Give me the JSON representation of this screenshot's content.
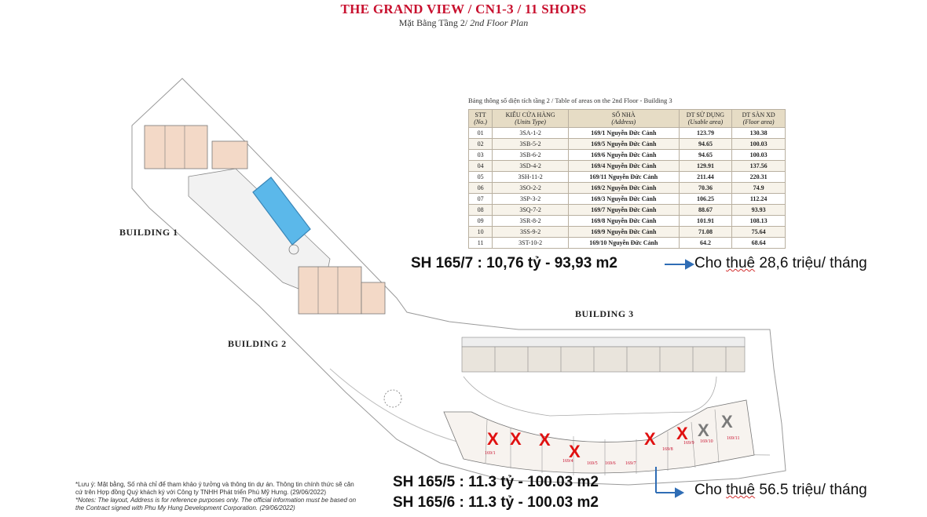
{
  "header": {
    "title": "THE GRAND VIEW / CN1-3 / 11 SHOPS",
    "subtitle_vi": "Mặt Bằng Tầng 2/",
    "subtitle_en": "2nd Floor Plan"
  },
  "table": {
    "caption": "Bảng thông số diện tích tầng 2 / Table of areas on the 2nd Floor - Building 3",
    "headers": [
      {
        "vi": "STT",
        "en": "(No.)"
      },
      {
        "vi": "KIỂU CỬA HÀNG",
        "en": "(Units Type)"
      },
      {
        "vi": "SỐ NHÀ",
        "en": "(Address)"
      },
      {
        "vi": "DT SỬ DỤNG",
        "en": "(Usable area)"
      },
      {
        "vi": "DT SÀN XD",
        "en": "(Floor area)"
      }
    ],
    "rows": [
      {
        "no": "01",
        "type": "3SA-1-2",
        "address": "169/1 Nguyễn Đức Cảnh",
        "usable": "123.79",
        "floor": "130.38"
      },
      {
        "no": "02",
        "type": "3SB-5-2",
        "address": "169/5 Nguyễn Đức Cảnh",
        "usable": "94.65",
        "floor": "100.03"
      },
      {
        "no": "03",
        "type": "3SB-6-2",
        "address": "169/6 Nguyễn Đức Cảnh",
        "usable": "94.65",
        "floor": "100.03"
      },
      {
        "no": "04",
        "type": "3SD-4-2",
        "address": "169/4 Nguyễn Đức Cảnh",
        "usable": "129.91",
        "floor": "137.56"
      },
      {
        "no": "05",
        "type": "3SH-11-2",
        "address": "169/11 Nguyễn Đức Cảnh",
        "usable": "211.44",
        "floor": "220.31"
      },
      {
        "no": "06",
        "type": "3SO-2-2",
        "address": "169/2 Nguyễn Đức Cảnh",
        "usable": "70.36",
        "floor": "74.9"
      },
      {
        "no": "07",
        "type": "3SP-3-2",
        "address": "169/3 Nguyễn Đức Cảnh",
        "usable": "106.25",
        "floor": "112.24"
      },
      {
        "no": "08",
        "type": "3SQ-7-2",
        "address": "169/7 Nguyễn Đức Cảnh",
        "usable": "88.67",
        "floor": "93.93"
      },
      {
        "no": "09",
        "type": "3SR-8-2",
        "address": "169/8 Nguyễn Đức Cảnh",
        "usable": "101.91",
        "floor": "108.13"
      },
      {
        "no": "10",
        "type": "3SS-9-2",
        "address": "169/9 Nguyễn Đức Cảnh",
        "usable": "71.08",
        "floor": "75.64"
      },
      {
        "no": "11",
        "type": "3ST-10-2",
        "address": "169/10 Nguyễn Đức Cảnh",
        "usable": "64.2",
        "floor": "68.64"
      }
    ]
  },
  "buildings": {
    "b1": "BUILDING 1",
    "b2": "BUILDING 2",
    "b3": "BUILDING 3"
  },
  "annotations": {
    "sh_7": "SH 165/7 : 10,76 tỷ - 93,93 m2",
    "rent_7_pre": "Cho ",
    "rent_7_word": "thuê",
    "rent_7_post": " 28,6 triệu/ tháng",
    "sh_5": "SH 165/5 : 11.3 tỷ - 100.03 m2",
    "sh_6": "SH 165/6 : 11.3 tỷ - 100.03 m2",
    "rent_56_pre": "Cho ",
    "rent_56_word": "thuê",
    "rent_56_post": " 56.5 triệu/ tháng",
    "arrow_color": "#2f6db5"
  },
  "marks": {
    "red": "X",
    "grey": "X",
    "red_color": "#e01010",
    "grey_color": "#7a7a7a"
  },
  "shop_labels": [
    "169/1",
    "169/4",
    "169/5",
    "169/6",
    "169/7",
    "169/8",
    "169/9",
    "169/10",
    "169/11"
  ],
  "disclaimer": {
    "vi": "*Lưu ý: Mặt bằng, Số nhà chỉ để tham khảo ý tưởng và thông tin dự án. Thông tin chính thức sẽ căn cứ trên Hợp đồng Quý khách ký với Công ty TNHH Phát triển Phú Mỹ Hưng. (29/06/2022)",
    "en": "*Notes: The layout, Address is for reference purposes only. The official information must be based on the Contract signed with Phu My Hung Development Corporation. (29/06/2022)"
  },
  "colors": {
    "title": "#c8102e",
    "pool": "#5bb8ea",
    "apartment": "#f3d9c7",
    "header_fill": "#e6dcc5"
  }
}
